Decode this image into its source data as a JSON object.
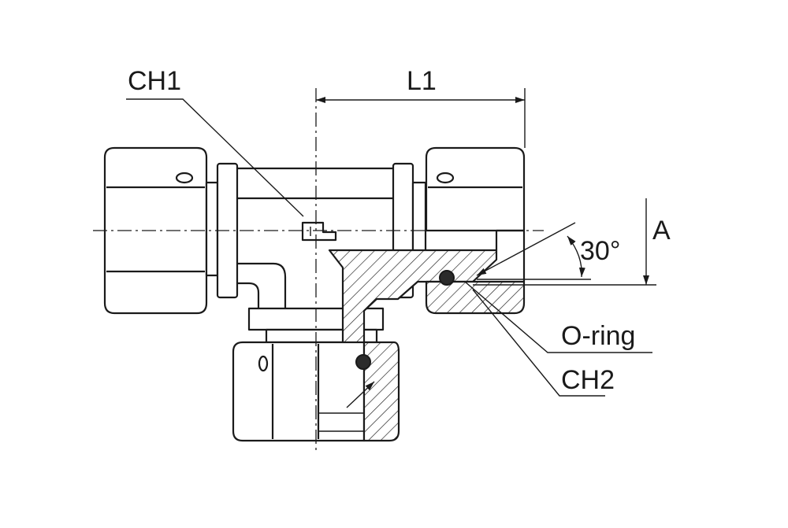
{
  "labels": {
    "ch1": "CH1",
    "l1": "L1",
    "angle": "30°",
    "a": "A",
    "oring": "O-ring",
    "ch2": "CH2"
  },
  "colors": {
    "line": "#1a1a1a",
    "background": "#ffffff"
  }
}
